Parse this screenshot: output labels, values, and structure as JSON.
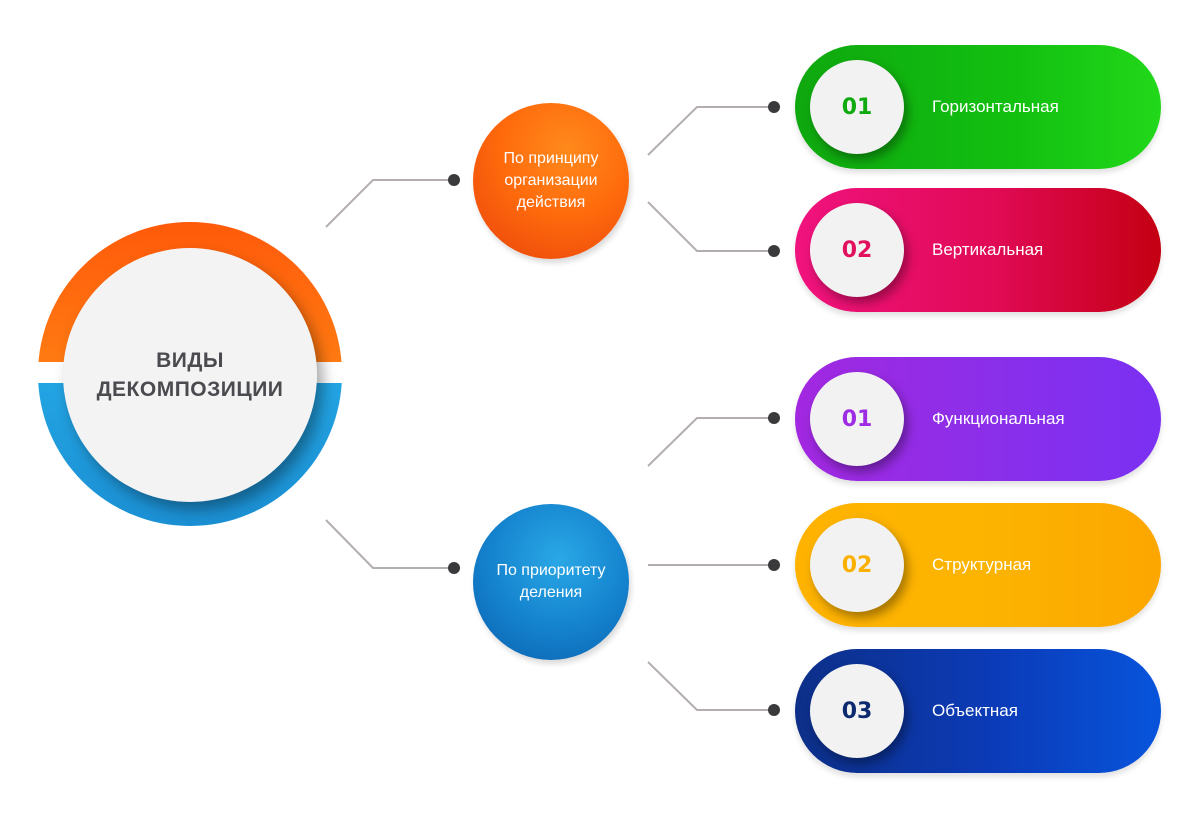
{
  "root": {
    "title": "ВИДЫ\nДЕКОМПОЗИЦИИ",
    "colors": {
      "top": "#ff6b0c",
      "bottom": "#1b8fd3"
    }
  },
  "categories": [
    {
      "label": "По принципу\nорганизации\nдействия",
      "color": "#ff6b0c"
    },
    {
      "label": "По приоритету\nделения",
      "color": "#1584cf"
    }
  ],
  "items": [
    {
      "number": "01",
      "label": "Горизонтальная",
      "color": "#12c010"
    },
    {
      "number": "02",
      "label": "Вертикальная",
      "color": "#e00a55"
    },
    {
      "number": "01",
      "label": "Функциональная",
      "color": "#8a2fea"
    },
    {
      "number": "02",
      "label": "Структурная",
      "color": "#fcb400"
    },
    {
      "number": "03",
      "label": "Объектная",
      "color": "#0b3bb8"
    }
  ],
  "connector_color": "#b5aeb0"
}
